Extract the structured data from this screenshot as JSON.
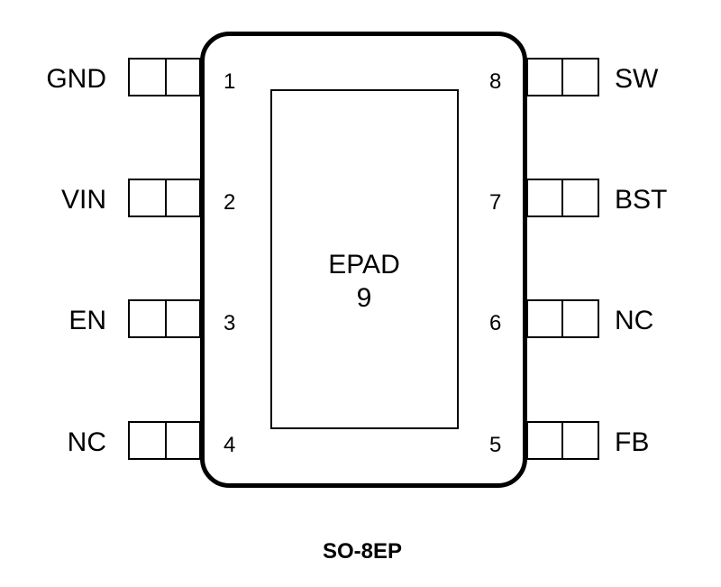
{
  "package": {
    "name": "SO-8EP",
    "epad": {
      "label": "EPAD",
      "number": "9"
    },
    "pins_left": [
      {
        "number": "1",
        "name": "GND"
      },
      {
        "number": "2",
        "name": "VIN"
      },
      {
        "number": "3",
        "name": "EN"
      },
      {
        "number": "4",
        "name": "NC"
      }
    ],
    "pins_right": [
      {
        "number": "8",
        "name": "SW"
      },
      {
        "number": "7",
        "name": "BST"
      },
      {
        "number": "6",
        "name": "NC"
      },
      {
        "number": "5",
        "name": "FB"
      }
    ]
  }
}
